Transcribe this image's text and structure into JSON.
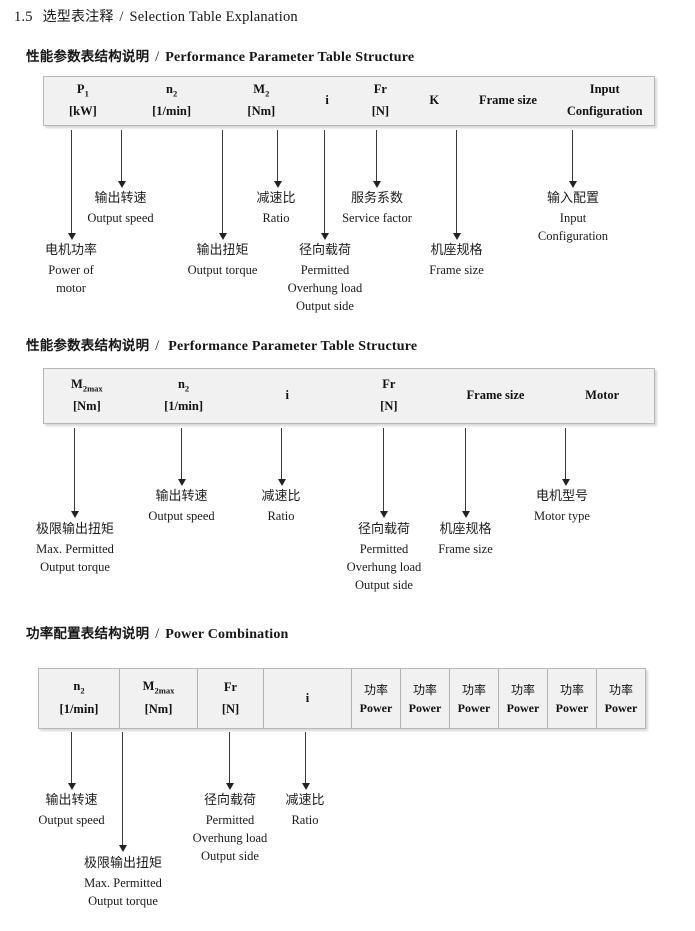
{
  "document": {
    "section_number": "1.5",
    "section_title_cn": "选型表注释",
    "section_title_separator": "/",
    "section_title_en": "Selection Table Explanation"
  },
  "sections": [
    {
      "heading_cn": "性能参数表结构说明",
      "heading_sep": "/",
      "heading_en": "Performance Parameter Table Structure",
      "table": {
        "columns": [
          {
            "line1": "P",
            "sub1": "1",
            "line2": "[kW]"
          },
          {
            "line1": "n",
            "sub1": "2",
            "line2": "[1/min]"
          },
          {
            "line1": "M",
            "sub1": "2",
            "line2": "[Nm]"
          },
          {
            "line1": "i",
            "sub1": "",
            "line2": ""
          },
          {
            "line1": "Fr",
            "sub1": "",
            "line2": "[N]"
          },
          {
            "line1": "K",
            "sub1": "",
            "line2": ""
          },
          {
            "line1": "Frame size",
            "sub1": "",
            "line2": ""
          },
          {
            "line1": "Input",
            "sub1": "",
            "line2": "Configuration"
          }
        ]
      },
      "callouts": [
        {
          "cn": "电机功率",
          "en": [
            "Power of",
            "motor"
          ]
        },
        {
          "cn": "输出转速",
          "en": [
            "Output speed"
          ]
        },
        {
          "cn": "输出扭矩",
          "en": [
            "Output torque"
          ]
        },
        {
          "cn": "减速比",
          "en": [
            "Ratio"
          ]
        },
        {
          "cn": "径向载荷",
          "en": [
            "Permitted",
            "Overhung load",
            "Output side"
          ]
        },
        {
          "cn": "服务系数",
          "en": [
            "Service factor"
          ]
        },
        {
          "cn": "机座规格",
          "en": [
            "Frame size"
          ]
        },
        {
          "cn": "输入配置",
          "en": [
            "Input",
            "Configuration"
          ]
        }
      ]
    },
    {
      "heading_cn": "性能参数表结构说明",
      "heading_sep": "/",
      "heading_en": "Performance Parameter Table Structure",
      "table": {
        "columns": [
          {
            "line1": "M",
            "sub1": "2max",
            "line2": "[Nm]"
          },
          {
            "line1": "n",
            "sub1": "2",
            "line2": "[1/min]"
          },
          {
            "line1": "i",
            "sub1": "",
            "line2": ""
          },
          {
            "line1": "Fr",
            "sub1": "",
            "line2": "[N]"
          },
          {
            "line1": "Frame size",
            "sub1": "",
            "line2": ""
          },
          {
            "line1": "Motor",
            "sub1": "",
            "line2": ""
          }
        ]
      },
      "callouts": [
        {
          "cn": "极限输出扭矩",
          "en": [
            "Max. Permitted",
            "Output  torque"
          ]
        },
        {
          "cn": "输出转速",
          "en": [
            "Output speed"
          ]
        },
        {
          "cn": "减速比",
          "en": [
            "Ratio"
          ]
        },
        {
          "cn": "径向载荷",
          "en": [
            "Permitted",
            "Overhung load",
            "Output side"
          ]
        },
        {
          "cn": "机座规格",
          "en": [
            "Frame size"
          ]
        },
        {
          "cn": "电机型号",
          "en": [
            "Motor type"
          ]
        }
      ]
    },
    {
      "heading_cn": "功率配置表结构说明",
      "heading_sep": "/",
      "heading_en": "Power Combination",
      "table": {
        "columns": [
          {
            "line1": "n",
            "sub1": "2",
            "line2": "[1/min]"
          },
          {
            "line1": "M",
            "sub1": "2max",
            "line2": "[Nm]"
          },
          {
            "line1": "Fr",
            "sub1": "",
            "line2": "[N]"
          },
          {
            "line1": "i",
            "sub1": "",
            "line2": ""
          },
          {
            "cn": "功率",
            "en": "Power"
          },
          {
            "cn": "功率",
            "en": "Power"
          },
          {
            "cn": "功率",
            "en": "Power"
          },
          {
            "cn": "功率",
            "en": "Power"
          },
          {
            "cn": "功率",
            "en": "Power"
          },
          {
            "cn": "功率",
            "en": "Power"
          }
        ]
      },
      "callouts": [
        {
          "cn": "输出转速",
          "en": [
            "Output speed"
          ]
        },
        {
          "cn": "极限输出扭矩",
          "en": [
            "Max. Permitted",
            "Output  torque"
          ]
        },
        {
          "cn": "径向载荷",
          "en": [
            "Permitted",
            "Overhung load",
            "Output side"
          ]
        },
        {
          "cn": "减速比",
          "en": [
            "Ratio"
          ]
        }
      ]
    }
  ]
}
